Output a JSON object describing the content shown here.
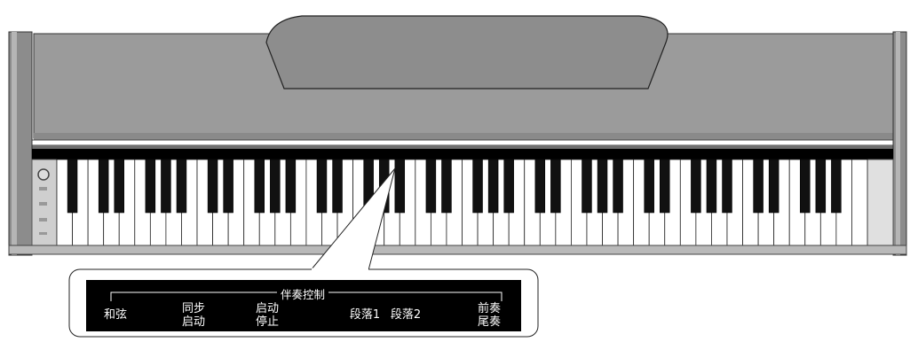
{
  "callout": {
    "group_title": "伴奏控制",
    "buttons": [
      {
        "line1": "和弦",
        "line2": ""
      },
      {
        "line1": "同步",
        "line2": "启动"
      },
      {
        "line1": "启动",
        "line2": "停止"
      },
      {
        "line1": "段落1",
        "line2": ""
      },
      {
        "line1": "段落2",
        "line2": ""
      },
      {
        "line1": "前奏",
        "line2": "尾奏"
      }
    ]
  },
  "keyboard": {
    "white_key_count": 52,
    "black_key_count": 36
  },
  "colors": {
    "lid": "#9a9a9a",
    "lid_dark": "#7a7a7a",
    "strip": "#000000",
    "callout_bg": "#000000",
    "endblock": "#8c8c8c"
  }
}
